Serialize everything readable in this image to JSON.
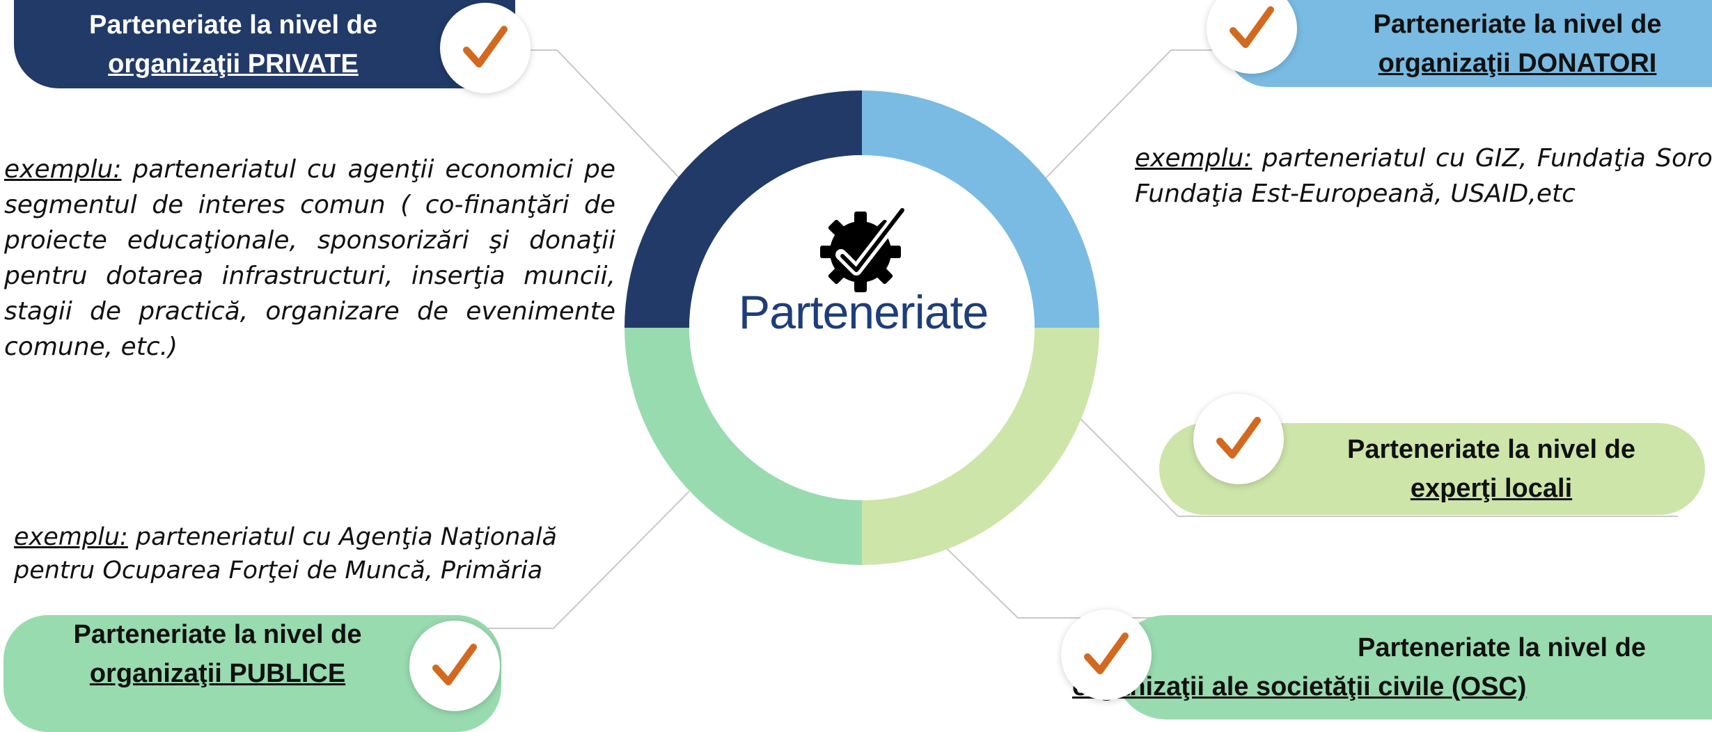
{
  "center": {
    "title": "Parteneriate"
  },
  "colors": {
    "private": "#213a68",
    "donors": "#79bbe2",
    "local_experts": "#cde5a9",
    "public": "#98dbaf",
    "civil": "#98dbaf",
    "check": "#d2691e"
  },
  "icons": {
    "center": "gear-check-icon",
    "badge": "checkmark-icon"
  },
  "boxes": {
    "private": {
      "line1": "Parteneriate la nivel de",
      "line2": "organizaţii PRIVATE"
    },
    "donors": {
      "line1": "Parteneriate la nivel de",
      "line2": "organizaţii DONATORI"
    },
    "local_experts": {
      "line1": "Parteneriate la nivel de",
      "line2": "experţi locali"
    },
    "public": {
      "line1": "Parteneriate la nivel de",
      "line2": "organizaţii PUBLICE"
    },
    "civil": {
      "line1": "Parteneriate la nivel de",
      "line2": "organizaţii ale societăţii civile (OSC)"
    }
  },
  "examples": {
    "private": {
      "label": "exemplu:",
      "text": " parteneriatul cu agenţii economici pe segmentul de interes comun ( co-finanţări de proiecte educaţionale, sponsorizări şi donaţii pentru dotarea infrastructuri, inserţia muncii, stagii de practică, organizare de evenimente comune, etc.)"
    },
    "donors": {
      "label": "exemplu:",
      "text": " parteneriatul cu GIZ, Fundaţia Soros, Fundaţia Est-Europeană, USAID,etc"
    },
    "public": {
      "label": "exemplu:",
      "text": " parteneriatul cu Agenţia Naţională pentru Ocuparea Forţei de Muncă, Primăria"
    }
  }
}
